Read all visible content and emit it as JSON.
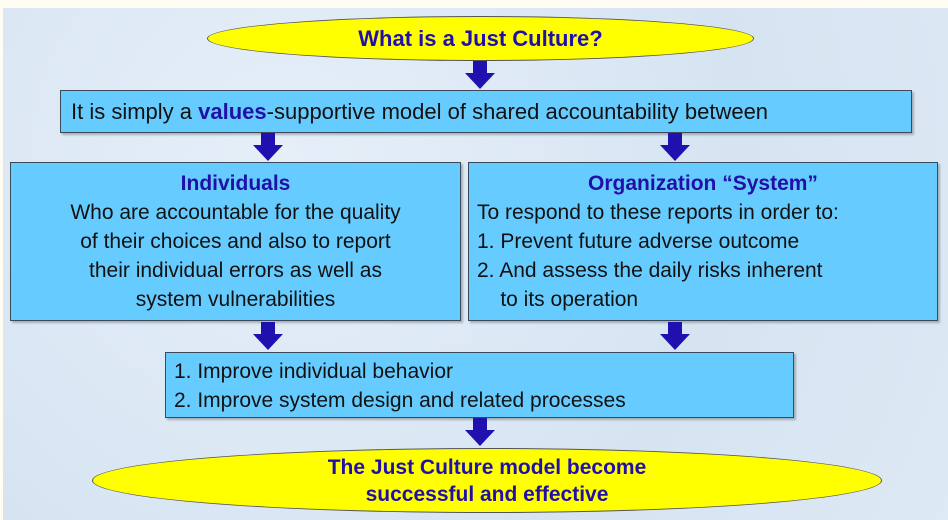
{
  "title": "What is a Just Culture?",
  "intro": {
    "pre": "It is simply a ",
    "highlight": "values",
    "post": "-supportive model of shared accountability between"
  },
  "individuals": {
    "heading": "Individuals",
    "lines": [
      "Who are accountable for the quality",
      "of their choices and also to report",
      "their individual errors as well as",
      "system vulnerabilities"
    ]
  },
  "organization": {
    "heading": "Organization “System”",
    "lines": [
      "To respond to these reports in order to:",
      "1. Prevent future adverse outcome",
      "2. And assess the daily risks inherent",
      "    to its operation"
    ]
  },
  "outcomes": [
    "1. Improve individual behavior",
    "2. Improve system design and related processes"
  ],
  "result": [
    "The Just Culture model become",
    "successful and effective"
  ],
  "colors": {
    "box": "#66ccff",
    "ellipse": "#ffff00",
    "heading": "#2010a8",
    "arrow": "#2010b0"
  }
}
